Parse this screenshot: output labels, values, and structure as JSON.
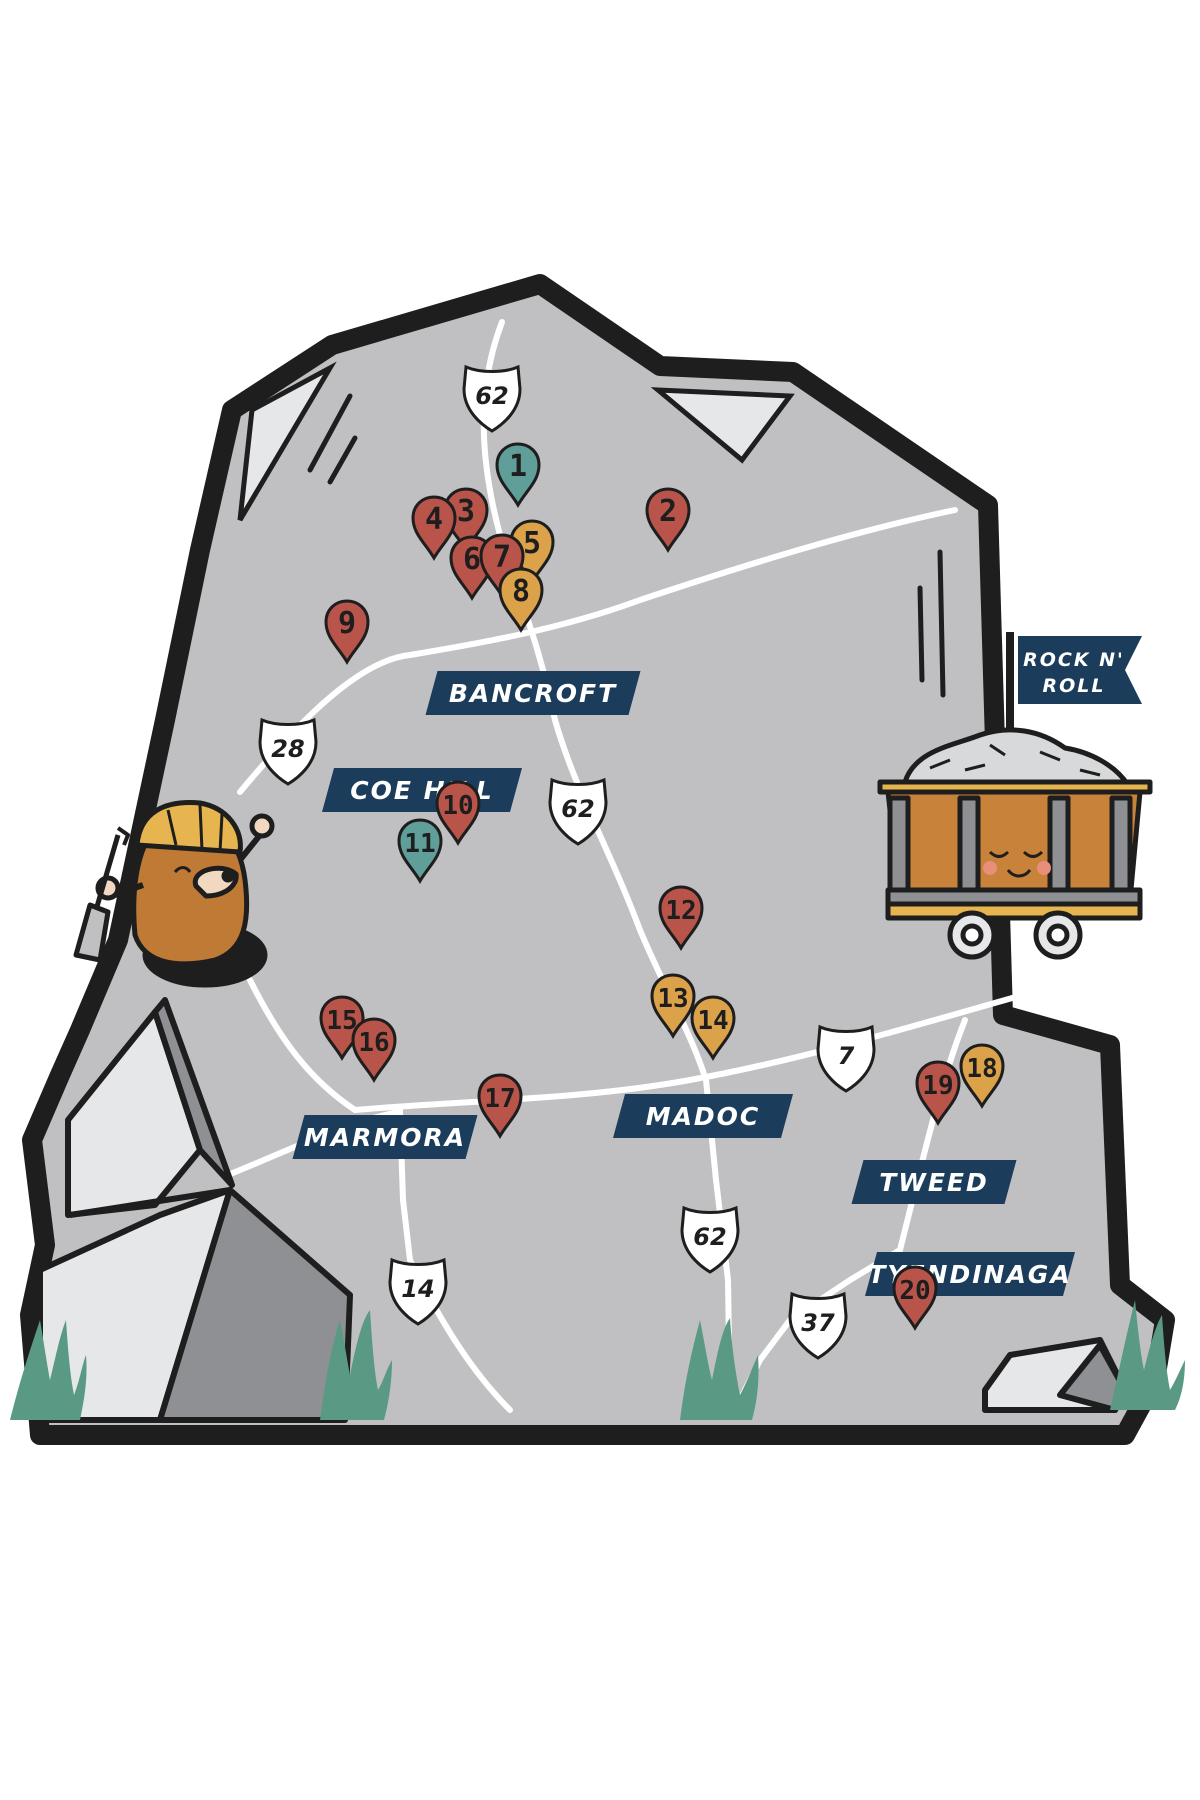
{
  "colors": {
    "rock": "#c0c0c2",
    "outline": "#1e1e1e",
    "navy": "#1b3c5b",
    "pin_red": "#b9544a",
    "pin_teal": "#5f9e99",
    "pin_gold": "#dba24a",
    "grass": "#5a9a84",
    "cart": "#c8823a",
    "mole": "#bf7a36",
    "helmet": "#e7b54f"
  },
  "towns": [
    {
      "id": "bancroft",
      "label": "BANCROFT"
    },
    {
      "id": "coe-hill",
      "label": "COE HILL"
    },
    {
      "id": "madoc",
      "label": "MADOC"
    },
    {
      "id": "marmora",
      "label": "MARMORA"
    },
    {
      "id": "tweed",
      "label": "TWEED"
    },
    {
      "id": "tyendinaga",
      "label": "TYENDINAGA"
    }
  ],
  "highways": [
    {
      "id": "hwy-62-north",
      "label": "62"
    },
    {
      "id": "hwy-28",
      "label": "28"
    },
    {
      "id": "hwy-62-mid",
      "label": "62"
    },
    {
      "id": "hwy-7",
      "label": "7"
    },
    {
      "id": "hwy-62-south",
      "label": "62"
    },
    {
      "id": "hwy-14",
      "label": "14"
    },
    {
      "id": "hwy-37",
      "label": "37"
    }
  ],
  "pins": [
    {
      "label": "1",
      "category": "teal"
    },
    {
      "label": "2",
      "category": "red"
    },
    {
      "label": "3",
      "category": "red"
    },
    {
      "label": "4",
      "category": "red"
    },
    {
      "label": "5",
      "category": "gold"
    },
    {
      "label": "6",
      "category": "red"
    },
    {
      "label": "7",
      "category": "red"
    },
    {
      "label": "8",
      "category": "gold"
    },
    {
      "label": "9",
      "category": "red"
    },
    {
      "label": "10",
      "category": "red"
    },
    {
      "label": "11",
      "category": "teal"
    },
    {
      "label": "12",
      "category": "red"
    },
    {
      "label": "13",
      "category": "gold"
    },
    {
      "label": "14",
      "category": "gold"
    },
    {
      "label": "15",
      "category": "red"
    },
    {
      "label": "16",
      "category": "red"
    },
    {
      "label": "17",
      "category": "red"
    },
    {
      "label": "18",
      "category": "gold"
    },
    {
      "label": "19",
      "category": "red"
    },
    {
      "label": "20",
      "category": "red"
    }
  ],
  "flag": {
    "line1": "ROCK N'",
    "line2": "ROLL"
  },
  "icons": [
    "mole-miner-icon",
    "shovel-icon",
    "mine-cart-icon",
    "grass-icon",
    "boulder-icon"
  ]
}
